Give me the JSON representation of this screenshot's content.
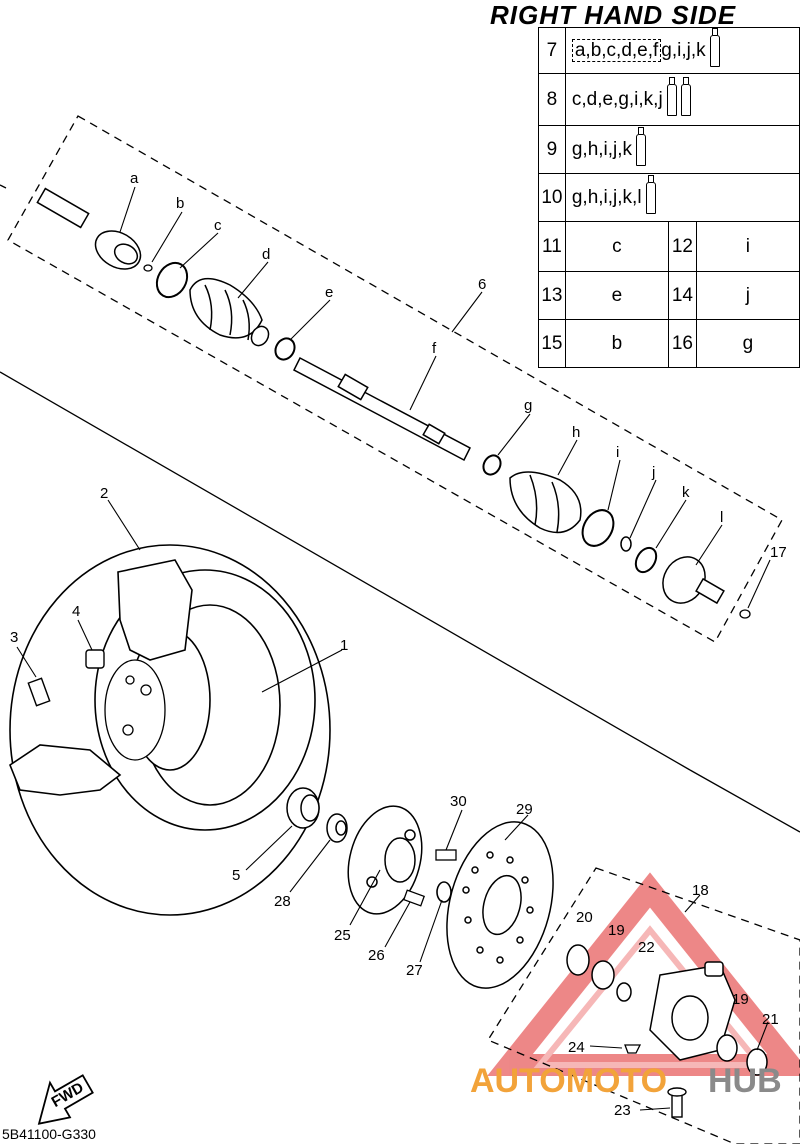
{
  "header": {
    "title": "RIGHT HAND SIDE"
  },
  "footer": {
    "diagram_code": "5B41100-G330"
  },
  "watermark": {
    "brand_part1": "AUTOMOTO",
    "brand_part2": "HUB"
  },
  "fwd_label": "FWD",
  "kit_table": {
    "row7": {
      "num": "7",
      "boxed": "a,b,c,d,e,f",
      "rest": "g,i,j,k"
    },
    "row8": {
      "num": "8",
      "text": "c,d,e,g,i,k,j"
    },
    "row9": {
      "num": "9",
      "text": "g,h,i,j,k"
    },
    "row10": {
      "num": "10",
      "text": "g,h,i,j,k,l"
    },
    "pairs": [
      {
        "n1": "11",
        "v1": "c",
        "n2": "12",
        "v2": "i"
      },
      {
        "n1": "13",
        "v1": "e",
        "n2": "14",
        "v2": "j"
      },
      {
        "n1": "15",
        "v1": "b",
        "n2": "16",
        "v2": "g"
      }
    ]
  },
  "callouts": {
    "a": "a",
    "b": "b",
    "c": "c",
    "d": "d",
    "e": "e",
    "f": "f",
    "g": "g",
    "h": "h",
    "i": "i",
    "j": "j",
    "k": "k",
    "l": "l",
    "p1": "1",
    "p2": "2",
    "p3": "3",
    "p4": "4",
    "p5": "5",
    "p6": "6",
    "p17": "17",
    "p18": "18",
    "p19a": "19",
    "p19b": "19",
    "p20": "20",
    "p21": "21",
    "p22": "22",
    "p23": "23",
    "p24": "24",
    "p25": "25",
    "p26": "26",
    "p27": "27",
    "p28": "28",
    "p29": "29",
    "p30": "30"
  }
}
